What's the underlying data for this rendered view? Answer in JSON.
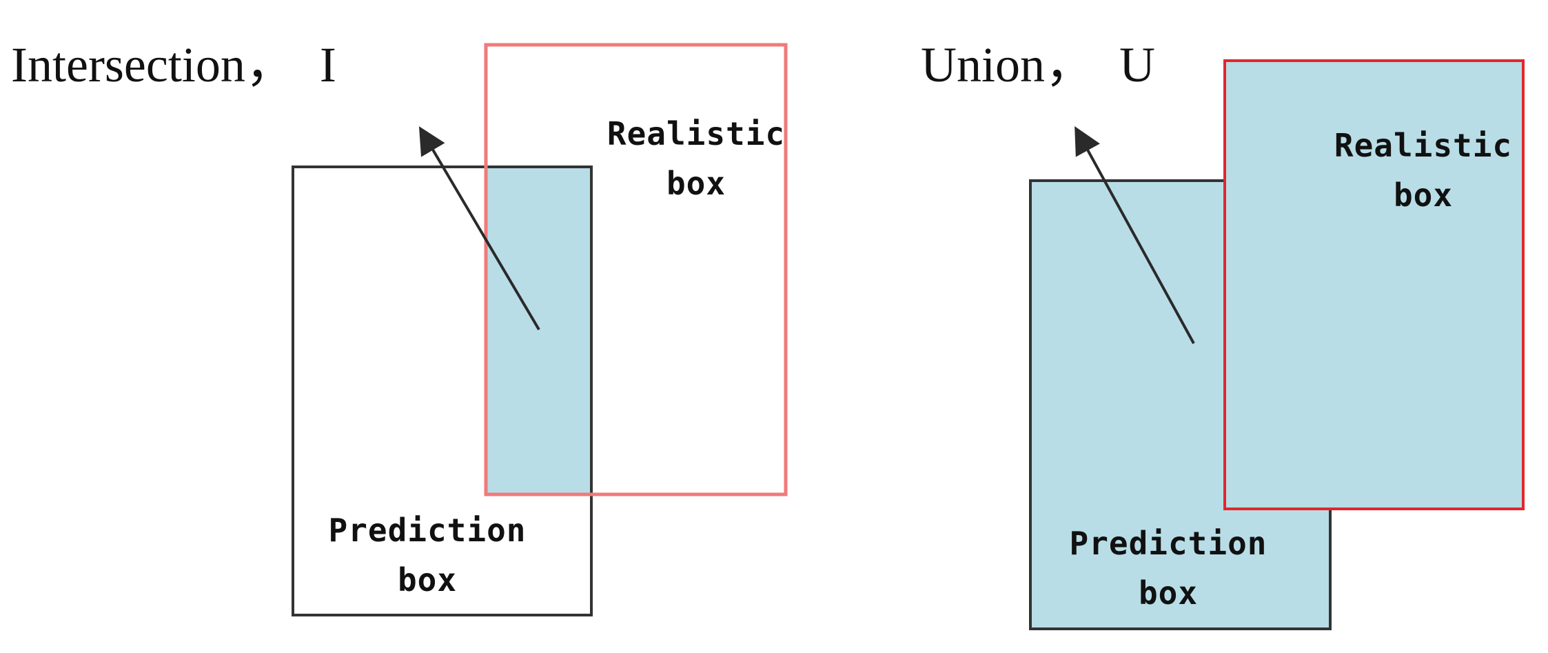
{
  "colors": {
    "fill": "#b8dde6",
    "prediction_stroke": "#333333",
    "realistic_stroke_left": "#f07a7a",
    "realistic_stroke_right": "#e2262c",
    "arrow": "#2a2a2a"
  },
  "intersection_panel": {
    "title": "Intersection，  I",
    "prediction_label": {
      "line1": "Prediction",
      "line2": "box"
    },
    "realistic_label": {
      "line1": "Realistic",
      "line2": "box"
    }
  },
  "union_panel": {
    "title": "Union，  U",
    "prediction_label": {
      "line1": "Prediction",
      "line2": "box"
    },
    "realistic_label": {
      "line1": "Realistic",
      "line2": "box"
    }
  }
}
